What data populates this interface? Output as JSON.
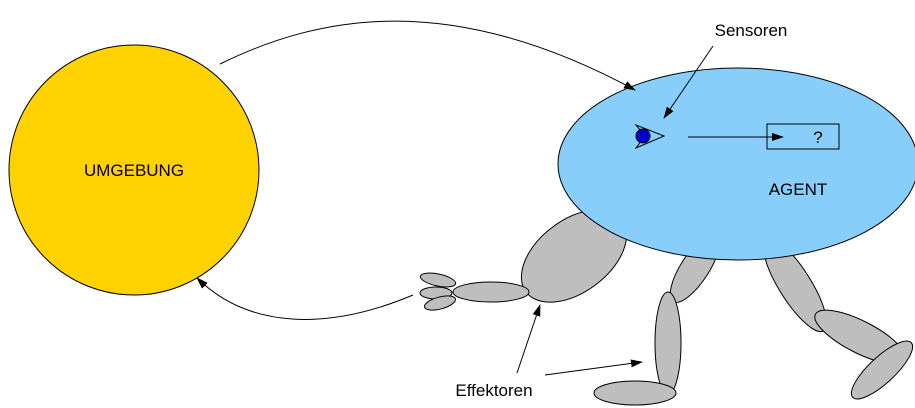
{
  "diagram": {
    "environment": {
      "label": "UMGEBUNG",
      "fill": "#FFD200"
    },
    "agent": {
      "label": "AGENT",
      "fill": "#87CEFA",
      "decision_box_label": "?"
    },
    "labels": {
      "sensors": "Sensoren",
      "effectors": "Effektoren"
    },
    "colors": {
      "limb_fill": "#BEBEBE",
      "eye_fill": "#0000CC",
      "stroke": "#000000"
    }
  }
}
